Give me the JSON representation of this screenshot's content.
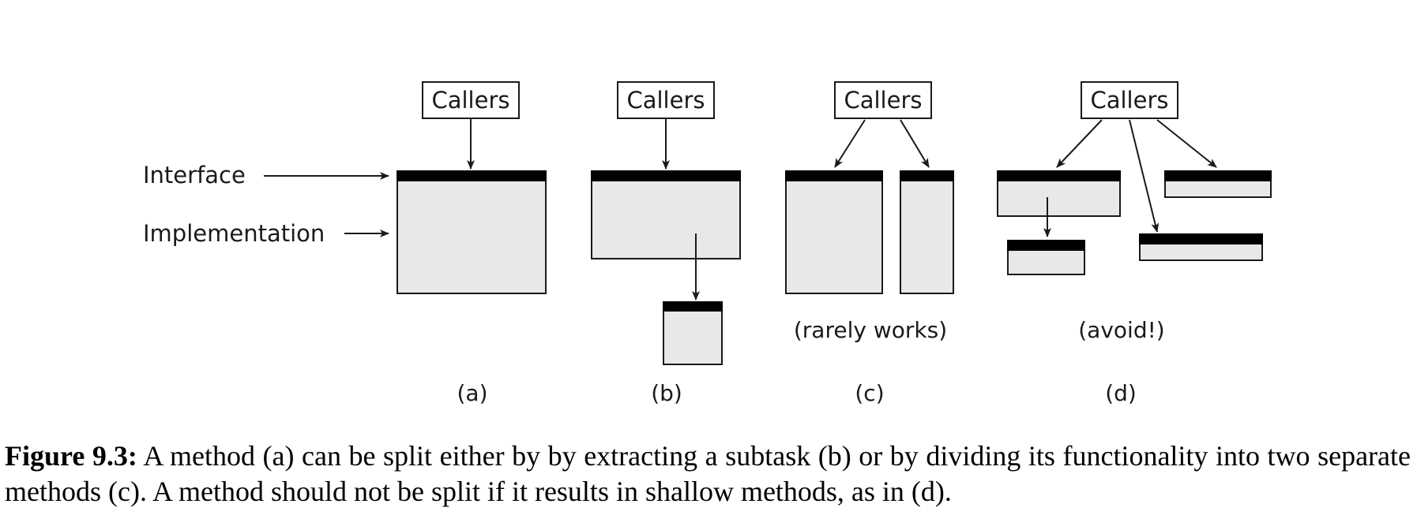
{
  "diagram": {
    "callers_label": "Callers",
    "interface_label": "Interface",
    "implementation_label": "Implementation",
    "note_c": "(rarely works)",
    "note_d": "(avoid!)",
    "panel_a": "(a)",
    "panel_b": "(b)",
    "panel_c": "(c)",
    "panel_d": "(d)"
  },
  "caption": {
    "label": "Figure 9.3:",
    "text": "A method (a) can be split either by by extracting a subtask (b) or by dividing its functionality into two separate methods (c). A method should not be split if it results in shallow methods, as in (d)."
  },
  "colors": {
    "box_fill": "#e8e8e8",
    "interface_bar": "#000000",
    "stroke": "#1a1a1a"
  }
}
